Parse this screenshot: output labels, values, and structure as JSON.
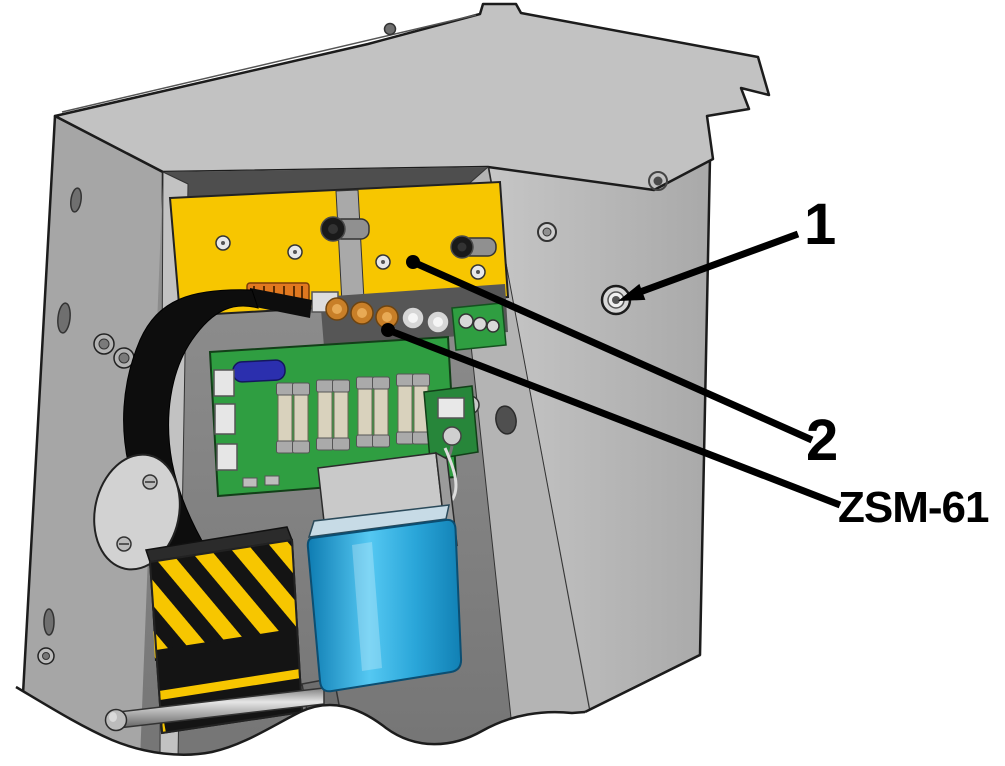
{
  "callouts": {
    "item1": {
      "label": "1"
    },
    "item2": {
      "label": "2"
    },
    "model": {
      "label": "ZSM-61"
    }
  },
  "colors": {
    "enclosure_gray": "#C2C2C2",
    "enclosure_gray_dark": "#A6A6A6",
    "module_yellow": "#F7C600",
    "pcb_green": "#2F9E41",
    "capacitor_blue": "#29ABE2",
    "cable_black": "#0D0D0D",
    "outline": "#1C1C1C"
  }
}
